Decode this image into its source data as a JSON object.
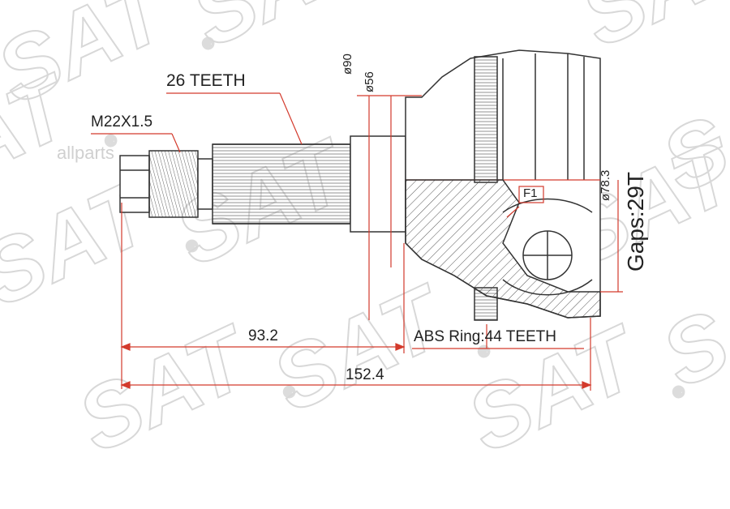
{
  "watermark": {
    "brand": "SAT",
    "registered": "®",
    "site": "allparts"
  },
  "labels": {
    "teeth": "26 TEETH",
    "thread": "M22X1.5",
    "dia90": "ø90",
    "dia56": "ø56",
    "dia78": "ø78.3",
    "f1": "F1",
    "gaps": "Gaps:29T",
    "len_short": "93.2",
    "len_total": "152.4",
    "abs_ring": "ABS Ring:44 TEETH"
  },
  "colors": {
    "line": "#333333",
    "dimension": "#d33a2c",
    "watermark": "#d8d8d8"
  }
}
